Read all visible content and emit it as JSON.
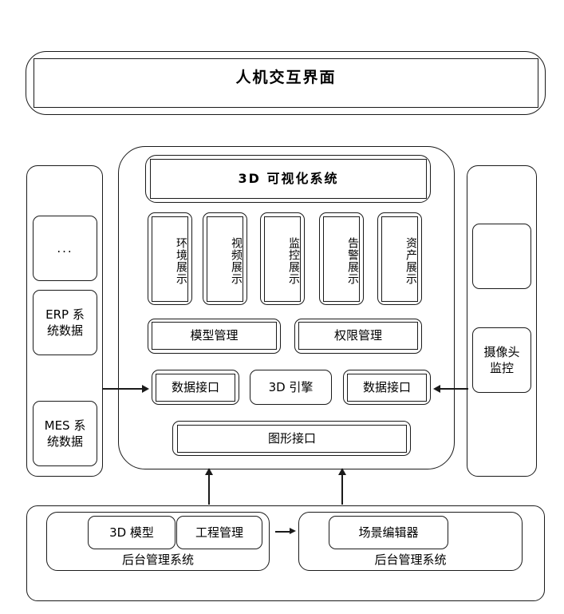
{
  "diagram": {
    "title_bar": {
      "label": "人机交互界面"
    },
    "left_column": {
      "items": [
        {
          "label": "..."
        },
        {
          "label": "ERP 系\n统数据"
        },
        {
          "label": "MES 系\n统数据"
        }
      ]
    },
    "right_column": {
      "items": [
        {
          "label": ""
        },
        {
          "label": "摄像头\n监控"
        }
      ]
    },
    "center": {
      "header": {
        "label": "3D 可视化系统"
      },
      "display_modules": [
        {
          "label": "环境展示"
        },
        {
          "label": "视频展示"
        },
        {
          "label": "监控展示"
        },
        {
          "label": "告警展示"
        },
        {
          "label": "资产展示"
        }
      ],
      "management_row": [
        {
          "label": "模型管理"
        },
        {
          "label": "权限管理"
        }
      ],
      "interface_row": [
        {
          "label": "数据接口"
        },
        {
          "label": "3D 引擎"
        },
        {
          "label": "数据接口"
        }
      ],
      "graphics_interface": {
        "label": "图形接口"
      }
    },
    "bottom": {
      "left_panel": {
        "boxes": [
          {
            "label": "3D 模型"
          },
          {
            "label": "工程管理"
          }
        ],
        "caption": "后台管理系统"
      },
      "right_panel": {
        "boxes": [
          {
            "label": "场景编辑器"
          }
        ],
        "caption": "后台管理系统"
      }
    },
    "connectors": [
      {
        "name": "left-data-to-center",
        "direction": "right"
      },
      {
        "name": "right-camera-to-center",
        "direction": "left"
      },
      {
        "name": "backend-left-to-center",
        "direction": "up"
      },
      {
        "name": "backend-right-to-center",
        "direction": "up"
      },
      {
        "name": "backend-left-to-backend-right",
        "direction": "right"
      }
    ],
    "colors": {
      "stroke": "#1a1a1a",
      "background": "#ffffff"
    }
  }
}
